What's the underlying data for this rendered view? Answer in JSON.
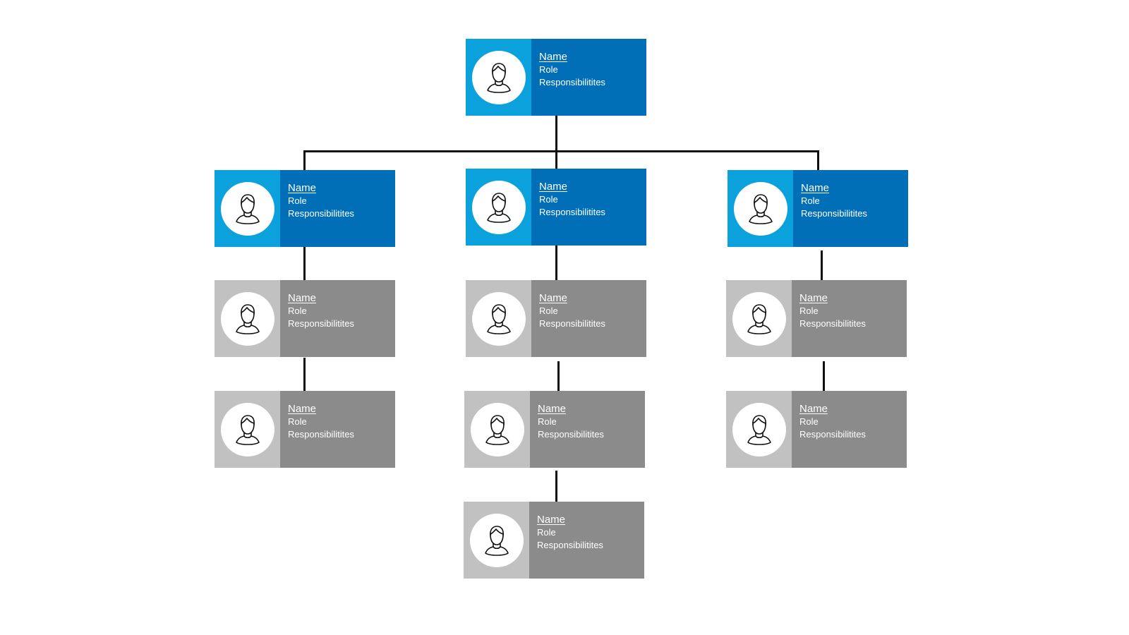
{
  "colors": {
    "primary_photo": "#0aa1dd",
    "primary_info": "#006fb7",
    "secondary_photo": "#c1c1c1",
    "secondary_info": "#8b8b8b",
    "connector": "#111111"
  },
  "chart_title": "",
  "nodes": [
    {
      "id": "n0",
      "level": 0,
      "tier": "primary",
      "name": "Name",
      "role": "Role",
      "responsibilities": "Responsibilitites",
      "icon": "person-icon"
    },
    {
      "id": "n1",
      "level": 1,
      "tier": "primary",
      "name": "Name",
      "role": "Role",
      "responsibilities": "Responsibilitites",
      "icon": "person-icon"
    },
    {
      "id": "n2",
      "level": 1,
      "tier": "primary",
      "name": "Name",
      "role": "Role",
      "responsibilities": "Responsibilitites",
      "icon": "person-icon"
    },
    {
      "id": "n3",
      "level": 1,
      "tier": "primary",
      "name": "Name",
      "role": "Role",
      "responsibilities": "Responsibilitites",
      "icon": "person-icon"
    },
    {
      "id": "n4",
      "level": 2,
      "tier": "secondary",
      "name": "Name",
      "role": "Role",
      "responsibilities": "Responsibilitites",
      "icon": "person-icon"
    },
    {
      "id": "n5",
      "level": 2,
      "tier": "secondary",
      "name": "Name",
      "role": "Role",
      "responsibilities": "Responsibilitites",
      "icon": "person-icon"
    },
    {
      "id": "n6",
      "level": 2,
      "tier": "secondary",
      "name": "Name",
      "role": "Role",
      "responsibilities": "Responsibilitites",
      "icon": "person-icon"
    },
    {
      "id": "n7",
      "level": 3,
      "tier": "secondary",
      "name": "Name",
      "role": "Role",
      "responsibilities": "Responsibilitites",
      "icon": "person-icon"
    },
    {
      "id": "n8",
      "level": 3,
      "tier": "secondary",
      "name": "Name",
      "role": "Role",
      "responsibilities": "Responsibilitites",
      "icon": "person-icon"
    },
    {
      "id": "n9",
      "level": 3,
      "tier": "secondary",
      "name": "Name",
      "role": "Role",
      "responsibilities": "Responsibilitites",
      "icon": "person-icon"
    },
    {
      "id": "n10",
      "level": 4,
      "tier": "secondary",
      "name": "Name",
      "role": "Role",
      "responsibilities": "Responsibilitites",
      "icon": "person-icon"
    }
  ],
  "edges": [
    {
      "from": "n0",
      "to": "n1"
    },
    {
      "from": "n0",
      "to": "n2"
    },
    {
      "from": "n0",
      "to": "n3"
    },
    {
      "from": "n1",
      "to": "n4"
    },
    {
      "from": "n2",
      "to": "n5"
    },
    {
      "from": "n3",
      "to": "n6"
    },
    {
      "from": "n4",
      "to": "n7"
    },
    {
      "from": "n5",
      "to": "n8"
    },
    {
      "from": "n6",
      "to": "n9"
    },
    {
      "from": "n8",
      "to": "n10"
    }
  ]
}
